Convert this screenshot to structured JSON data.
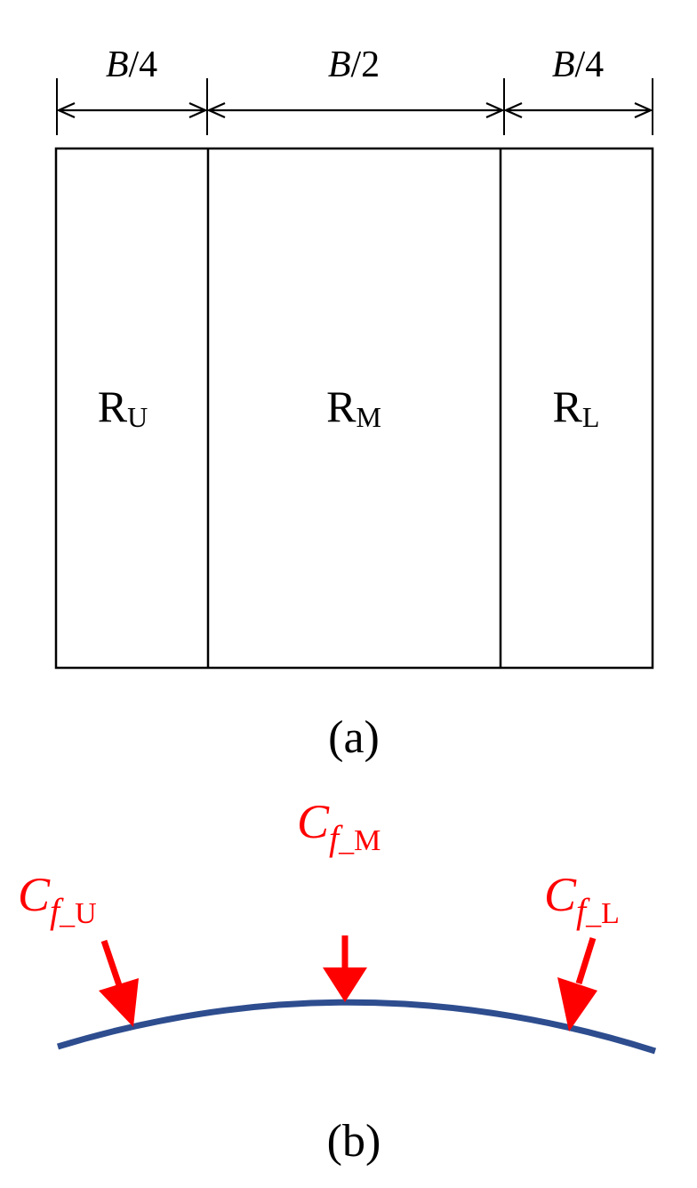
{
  "panel_a": {
    "dimensions": {
      "left": {
        "var": "B",
        "rest": "/4"
      },
      "middle": {
        "var": "B",
        "rest": "/2"
      },
      "right": {
        "var": "B",
        "rest": "/4"
      }
    },
    "regions": {
      "upper": {
        "base": "R",
        "sub": "U"
      },
      "middle": {
        "base": "R",
        "sub": "M"
      },
      "lower": {
        "base": "R",
        "sub": "L"
      }
    },
    "caption": "(a)"
  },
  "panel_b": {
    "forces": {
      "upper": {
        "base": "C",
        "sub_var": "f",
        "sub_rest": "_U"
      },
      "middle": {
        "base": "C",
        "sub_var": "f",
        "sub_rest": "_M"
      },
      "lower": {
        "base": "C",
        "sub_var": "f",
        "sub_rest": "_L"
      }
    },
    "caption": "(b)"
  },
  "colors": {
    "line": "#000000",
    "force": "#ff0000",
    "curve": "#2e4d8f"
  }
}
